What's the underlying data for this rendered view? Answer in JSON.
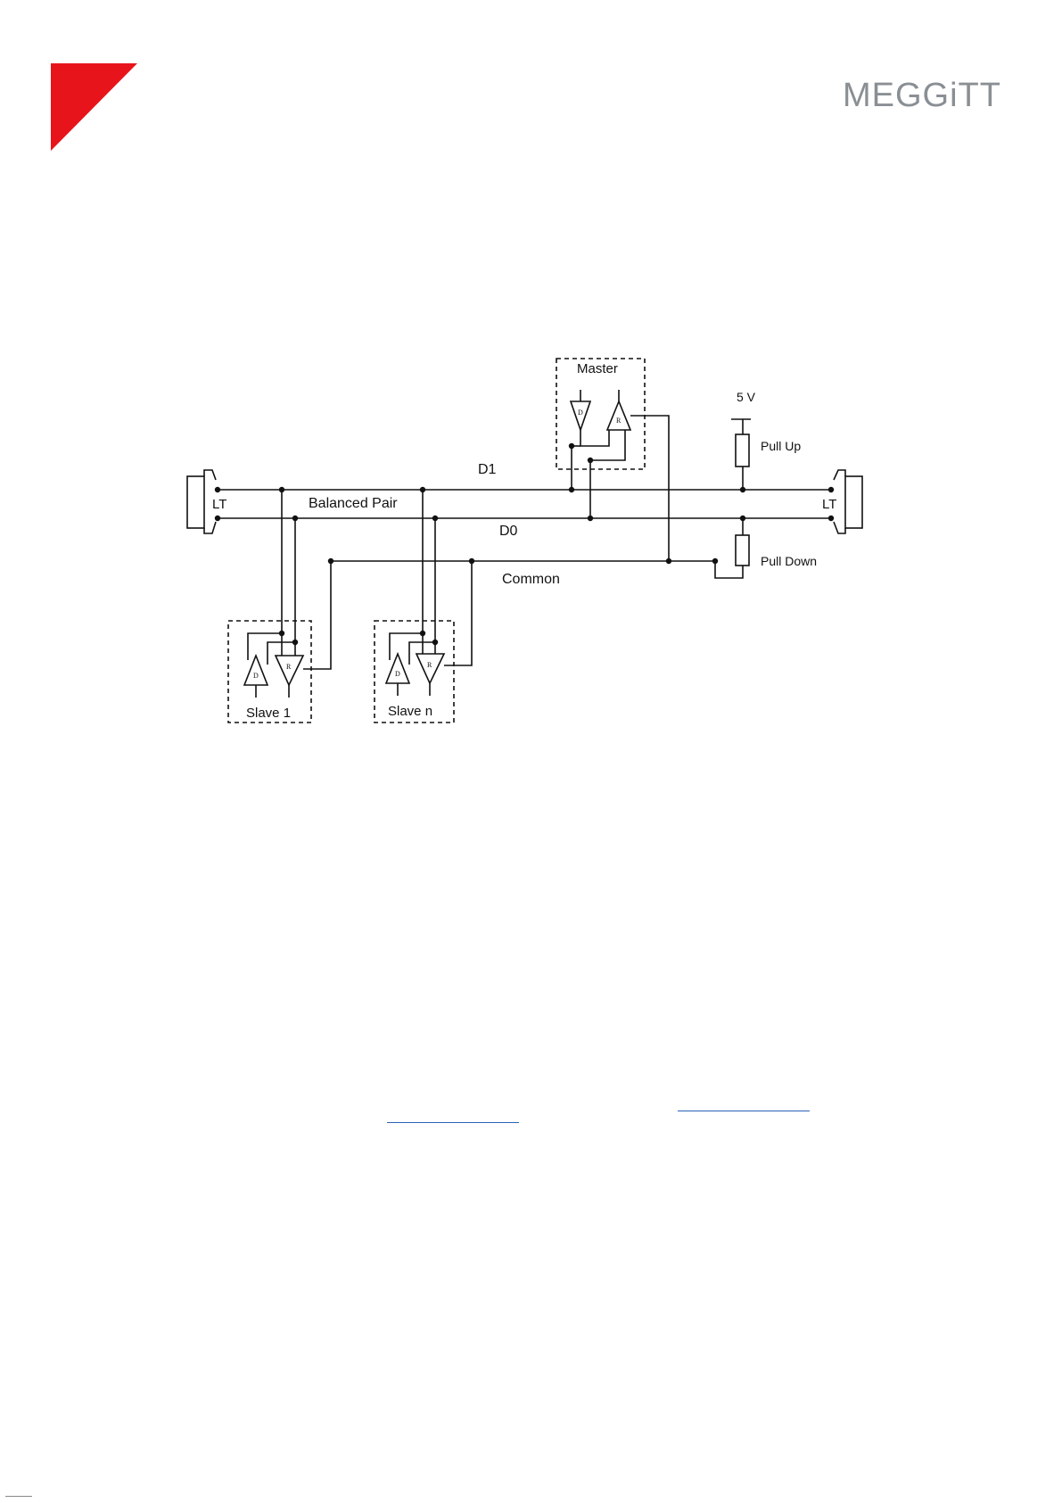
{
  "brand": {
    "logo_text": "MEGGiTT",
    "accent_color": "#e8141b",
    "logo_color": "#8a8f94"
  },
  "diagram": {
    "master_label": "Master",
    "supply_label": "5 V",
    "pull_up_label": "Pull Up",
    "pull_down_label": "Pull Down",
    "d1_label": "D1",
    "d0_label": "D0",
    "balanced_pair_label": "Balanced Pair",
    "common_label": "Common",
    "lt_left_label": "LT",
    "lt_right_label": "LT",
    "slave1_label": "Slave 1",
    "slaven_label": "Slave n",
    "driver_glyph": "D",
    "receiver_glyph": "R"
  }
}
